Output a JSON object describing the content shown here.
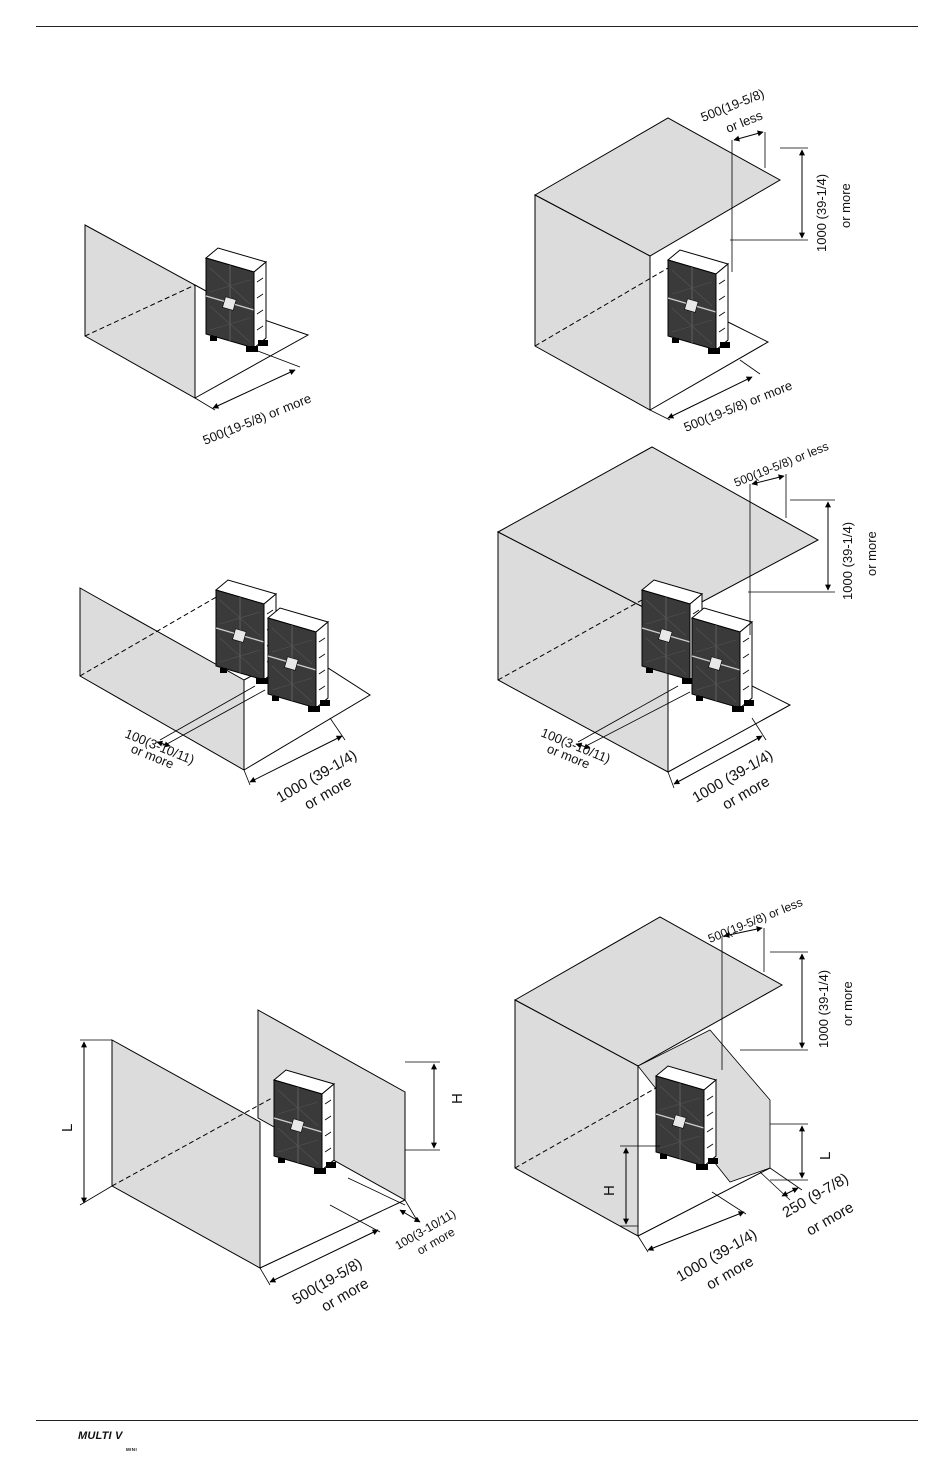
{
  "footer": {
    "logo": "MULTI V",
    "logo_sub": "MINI"
  },
  "diagrams": [
    {
      "id": "single-unit-rear-wall",
      "labels": {
        "rear": "500(19-5/8) or more"
      }
    },
    {
      "id": "single-unit-rear-wall-overhang",
      "labels": {
        "overhang_value": "500(19-5/8)",
        "overhang_cond": "or less",
        "height_value": "1000 (39-1/4)",
        "height_cond": "or more",
        "rear": "500(19-5/8) or more"
      }
    },
    {
      "id": "two-units-rear-wall",
      "labels": {
        "gap_value": "100(3-10/11)",
        "gap_cond": "or more",
        "rear_value": "1000 (39-1/4)",
        "rear_cond": "or more"
      }
    },
    {
      "id": "two-units-rear-wall-overhang",
      "labels": {
        "overhang": "500(19-5/8) or less",
        "height_value": "1000 (39-1/4)",
        "height_cond": "or more",
        "gap_value": "100(3-10/11)",
        "gap_cond": "or more",
        "rear_value": "1000 (39-1/4)",
        "rear_cond": "or more"
      }
    },
    {
      "id": "front-and-rear-walls",
      "labels": {
        "L": "L",
        "H": "H",
        "front_value": "100(3-10/11)",
        "front_cond": "or more",
        "rear_value": "500(19-5/8)",
        "rear_cond": "or more"
      }
    },
    {
      "id": "front-and-rear-walls-overhang",
      "labels": {
        "overhang": "500(19-5/8) or less",
        "height_value": "1000 (39-1/4)",
        "height_cond": "or more",
        "L": "L",
        "H": "H",
        "rear_value": "1000 (39-1/4)",
        "rear_cond": "or more",
        "front_value": "250 (9-7/8)",
        "front_cond": "or more"
      }
    }
  ]
}
